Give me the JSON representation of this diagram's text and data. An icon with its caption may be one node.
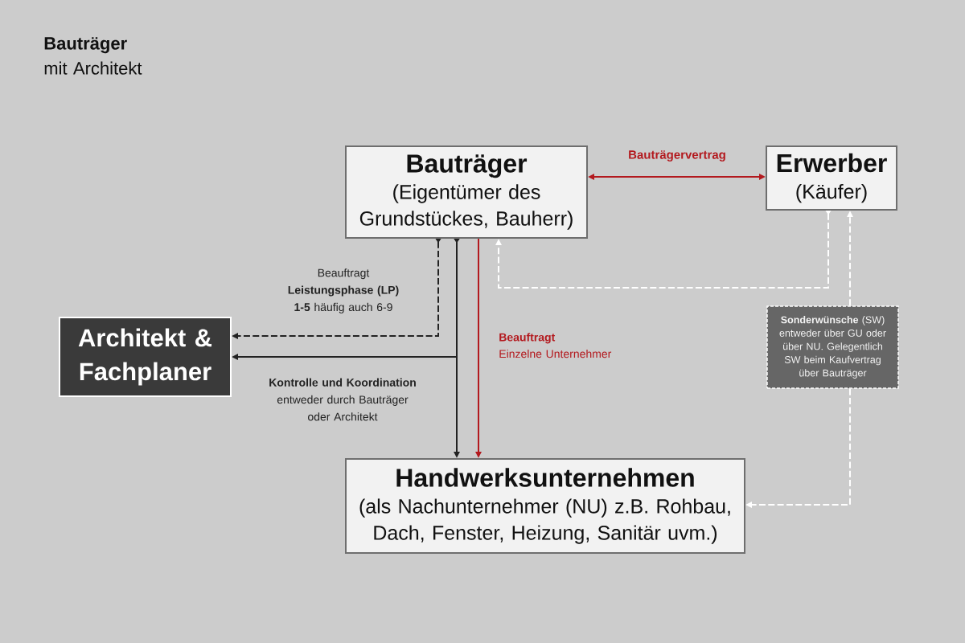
{
  "diagram": {
    "title": "**Bauträger** mit Architekt",
    "nodes": [
      {
        "text": [
          "Bauträger",
          "(Eigentümer des Grundstückes, Bauherr)"
        ]
      },
      {
        "text": [
          "Erwerber",
          "(Käufer)"
        ]
      },
      {
        "text": [
          "Architekt & Fachplaner"
        ]
      },
      {
        "text": [
          "**Sonderwünsche** (SW) entweder über GU oder über NU. Gelegentlich SW beim Kaufvertrag über Bauträger"
        ]
      },
      {
        "text": [
          "Handwerksunternehmen",
          "(als Nachunternehmer (NU) z.B. Rohbau, Dach, Fenster, Heizung, Sanitär uvm.)"
        ]
      }
    ],
    "edges": [
      {
        "from": 0,
        "to": 1,
        "arrow": "both",
        "label": "Bauträgervertrag",
        "color": "#b3191e"
      },
      {
        "from": 0,
        "to": 2,
        "arrow": "to",
        "label": "Beauftragt **Leistungsphase (LP) 1-5** häufig auch 6-9",
        "style": "dashed"
      },
      {
        "from": 0,
        "to": 2,
        "arrow": "to",
        "label": "**Kontrolle und Koordination** entweder durch Bauträger oder Architekt"
      },
      {
        "from": 0,
        "to": 4,
        "arrow": "to"
      },
      {
        "from": 0,
        "to": 4,
        "arrow": "to",
        "label": "**Beauftragt** Einzelne Unternehmer",
        "color": "#b3191e"
      },
      {
        "from": 1,
        "to": 0,
        "arrow": "to",
        "style": "dashed",
        "color": "#ffffff"
      },
      {
        "from": 3,
        "to": 1,
        "arrow": "to",
        "style": "dashed",
        "color": "#ffffff"
      },
      {
        "from": 3,
        "to": 4,
        "arrow": "to",
        "style": "dashed",
        "color": "#ffffff"
      }
    ]
  }
}
